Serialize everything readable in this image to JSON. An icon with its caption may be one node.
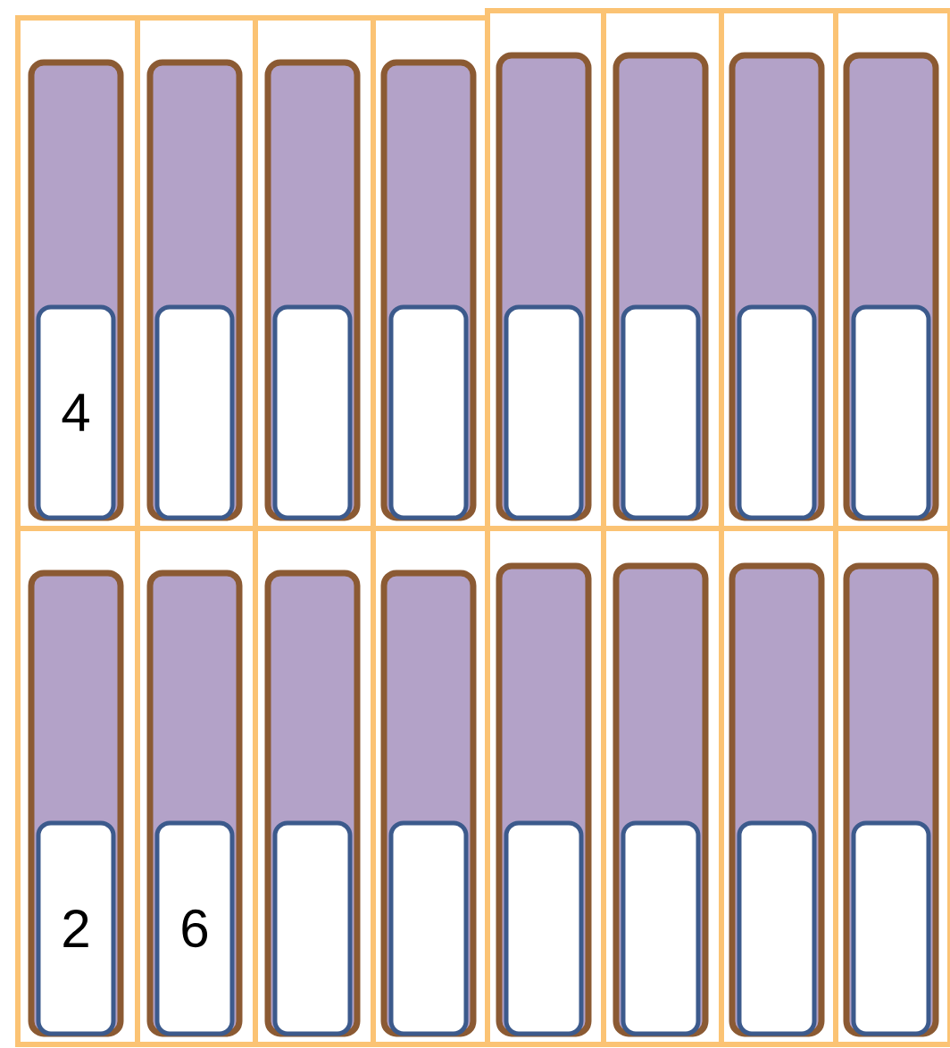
{
  "diagram": {
    "nodes": [
      {
        "text": [],
        "shape": "bar"
      },
      {
        "text": [
          "4"
        ],
        "in": 0
      },
      {
        "text": [],
        "shape": "bar"
      },
      {
        "text": [],
        "shape": "box",
        "in": 2
      },
      {
        "text": [],
        "shape": "bar"
      },
      {
        "text": [],
        "shape": "box",
        "in": 4
      },
      {
        "text": [],
        "shape": "bar"
      },
      {
        "text": [],
        "shape": "box",
        "in": 6
      },
      {
        "text": [],
        "shape": "bar"
      },
      {
        "text": [],
        "shape": "box",
        "in": 8
      },
      {
        "text": [],
        "shape": "bar"
      },
      {
        "text": [],
        "shape": "box",
        "in": 10
      },
      {
        "text": [],
        "shape": "bar"
      },
      {
        "text": [],
        "shape": "box",
        "in": 12
      },
      {
        "text": [],
        "shape": "bar"
      },
      {
        "text": [],
        "shape": "box",
        "in": 14
      },
      {
        "text": [],
        "shape": "bar"
      },
      {
        "text": [
          "2"
        ],
        "in": 16
      },
      {
        "text": [],
        "shape": "bar"
      },
      {
        "text": [
          "6"
        ],
        "in": 18
      },
      {
        "text": [],
        "shape": "bar"
      },
      {
        "text": [],
        "shape": "box",
        "in": 20
      },
      {
        "text": [],
        "shape": "bar"
      },
      {
        "text": [],
        "shape": "box",
        "in": 22
      },
      {
        "text": [],
        "shape": "bar"
      },
      {
        "text": [],
        "shape": "box",
        "in": 24
      },
      {
        "text": [],
        "shape": "bar"
      },
      {
        "text": [],
        "shape": "box",
        "in": 26
      },
      {
        "text": [],
        "shape": "bar"
      },
      {
        "text": [],
        "shape": "box",
        "in": 28
      },
      {
        "text": [],
        "shape": "bar"
      },
      {
        "text": [],
        "shape": "box",
        "in": 30
      }
    ]
  }
}
